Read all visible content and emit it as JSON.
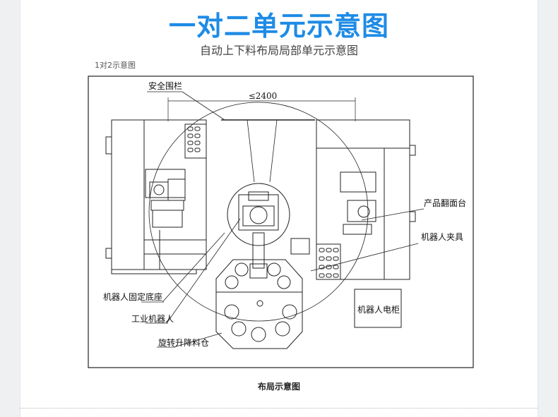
{
  "header": {
    "title": "一对二单元示意图",
    "subtitle": "自动上下料布局局部单元示意图"
  },
  "figure": {
    "corner_label": "1对2示意图",
    "dimension_label": "≤2400",
    "labels": {
      "safety_fence": "安全围栏",
      "product_flip_table": "产品翻面台",
      "robot_gripper": "机器人夹具",
      "robot_base": "机器人固定底座",
      "industrial_robot": "工业机器人",
      "rotary_lift_bin": "旋转升降料仓",
      "robot_cabinet": "机器人电柜"
    },
    "caption": "布局示意图"
  },
  "colors": {
    "title_blue": "#1e8be6",
    "line": "#222222"
  }
}
